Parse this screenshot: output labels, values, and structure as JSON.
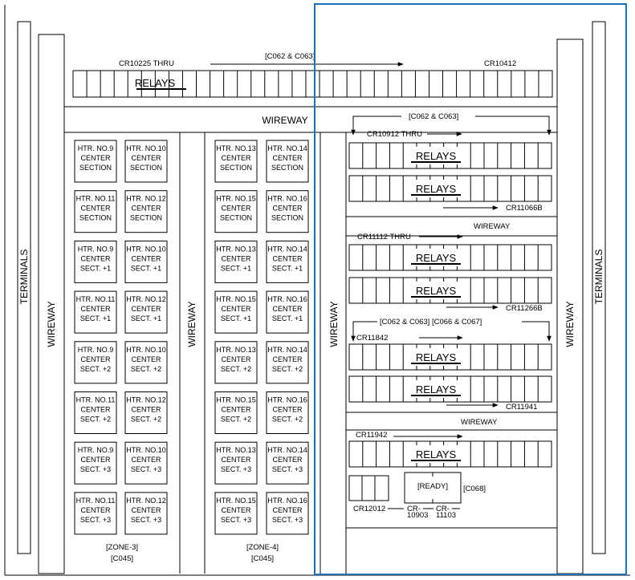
{
  "colors": {
    "line": "#000000",
    "highlight": "#1f6fb4",
    "background": "#ffffff"
  },
  "labels": {
    "terminals": "TERMINALS",
    "wireway": "WIREWAY",
    "relays": "RELAYS",
    "ready": "[READY]"
  },
  "top_row": {
    "start": "CR10225 THRU",
    "range": "[C062 & C063]",
    "end": "CR10412"
  },
  "right_panel": {
    "group1": {
      "range": "[C062 & C063]",
      "start": "CR10912 THRU",
      "end": "CR11066B"
    },
    "group2": {
      "start": "CR11112 THRU",
      "end": "CR11266B"
    },
    "group3": {
      "range": "[C062 & C063] [C066 & C067]",
      "start": "CR11842",
      "end": "CR11941"
    },
    "group4": {
      "start": "CR11942",
      "end": "CR12012",
      "c068": "[C068]",
      "cr_a_1": "CR-",
      "cr_a_2": "10903",
      "cr_b_1": "CR-",
      "cr_b_2": "11103"
    }
  },
  "zones": [
    {
      "name": "[ZONE-3]",
      "code": "[C045]"
    },
    {
      "name": "[ZONE-4]",
      "code": "[C045]"
    }
  ],
  "heater_columns": [
    [
      [
        "HTR. NO.9",
        "CENTER",
        "SECTION"
      ],
      [
        "HTR. NO.11",
        "CENTER",
        "SECTION"
      ],
      [
        "HTR. NO.9",
        "CENTER",
        "SECT. +1"
      ],
      [
        "HTR. NO.11",
        "CENTER",
        "SECT. +1"
      ],
      [
        "HTR. NO.9",
        "CENTER",
        "SECT. +2"
      ],
      [
        "HTR. NO.11",
        "CENTER",
        "SECT. +2"
      ],
      [
        "HTR. NO.9",
        "CENTER",
        "SECT. +3"
      ],
      [
        "HTR. NO.11",
        "CENTER",
        "SECT. +3"
      ]
    ],
    [
      [
        "HTR. NO.10",
        "CENTER",
        "SECTION"
      ],
      [
        "HTR. NO.12",
        "CENTER",
        "SECTION"
      ],
      [
        "HTR. NO.10",
        "CENTER",
        "SECT. +1"
      ],
      [
        "HTR. NO.12",
        "CENTER",
        "SECT. +1"
      ],
      [
        "HTR. NO.10",
        "CENTER",
        "SECT. +2"
      ],
      [
        "HTR. NO.12",
        "CENTER",
        "SECT. +2"
      ],
      [
        "HTR. NO.10",
        "CENTER",
        "SECT. +3"
      ],
      [
        "HTR. NO.12",
        "CENTER",
        "SECT. +3"
      ]
    ],
    [
      [
        "HTR. NO.13",
        "CENTER",
        "SECTION"
      ],
      [
        "HTR. NO.15",
        "CENTER",
        "SECTION"
      ],
      [
        "HTR. NO.13",
        "CENTER",
        "SECT. +1"
      ],
      [
        "HTR. NO.15",
        "CENTER",
        "SECT. +1"
      ],
      [
        "HTR. NO.13",
        "CENTER",
        "SECT. +2"
      ],
      [
        "HTR. NO.15",
        "CENTER",
        "SECT. +2"
      ],
      [
        "HTR. NO.13",
        "CENTER",
        "SECT. +3"
      ],
      [
        "HTR. NO.15",
        "CENTER",
        "SECT. +3"
      ]
    ],
    [
      [
        "HTR. NO.14",
        "CENTER",
        "SECTION"
      ],
      [
        "HTR. NO.16",
        "CENTER",
        "SECTION"
      ],
      [
        "HTR. NO.14",
        "CENTER",
        "SECT. +1"
      ],
      [
        "HTR. NO.16",
        "CENTER",
        "SECT. +1"
      ],
      [
        "HTR. NO.14",
        "CENTER",
        "SECT. +2"
      ],
      [
        "HTR. NO.16",
        "CENTER",
        "SECT. +2"
      ],
      [
        "HTR. NO.14",
        "CENTER",
        "SECT. +3"
      ],
      [
        "HTR. NO.16",
        "CENTER",
        "SECT. +3"
      ]
    ]
  ]
}
